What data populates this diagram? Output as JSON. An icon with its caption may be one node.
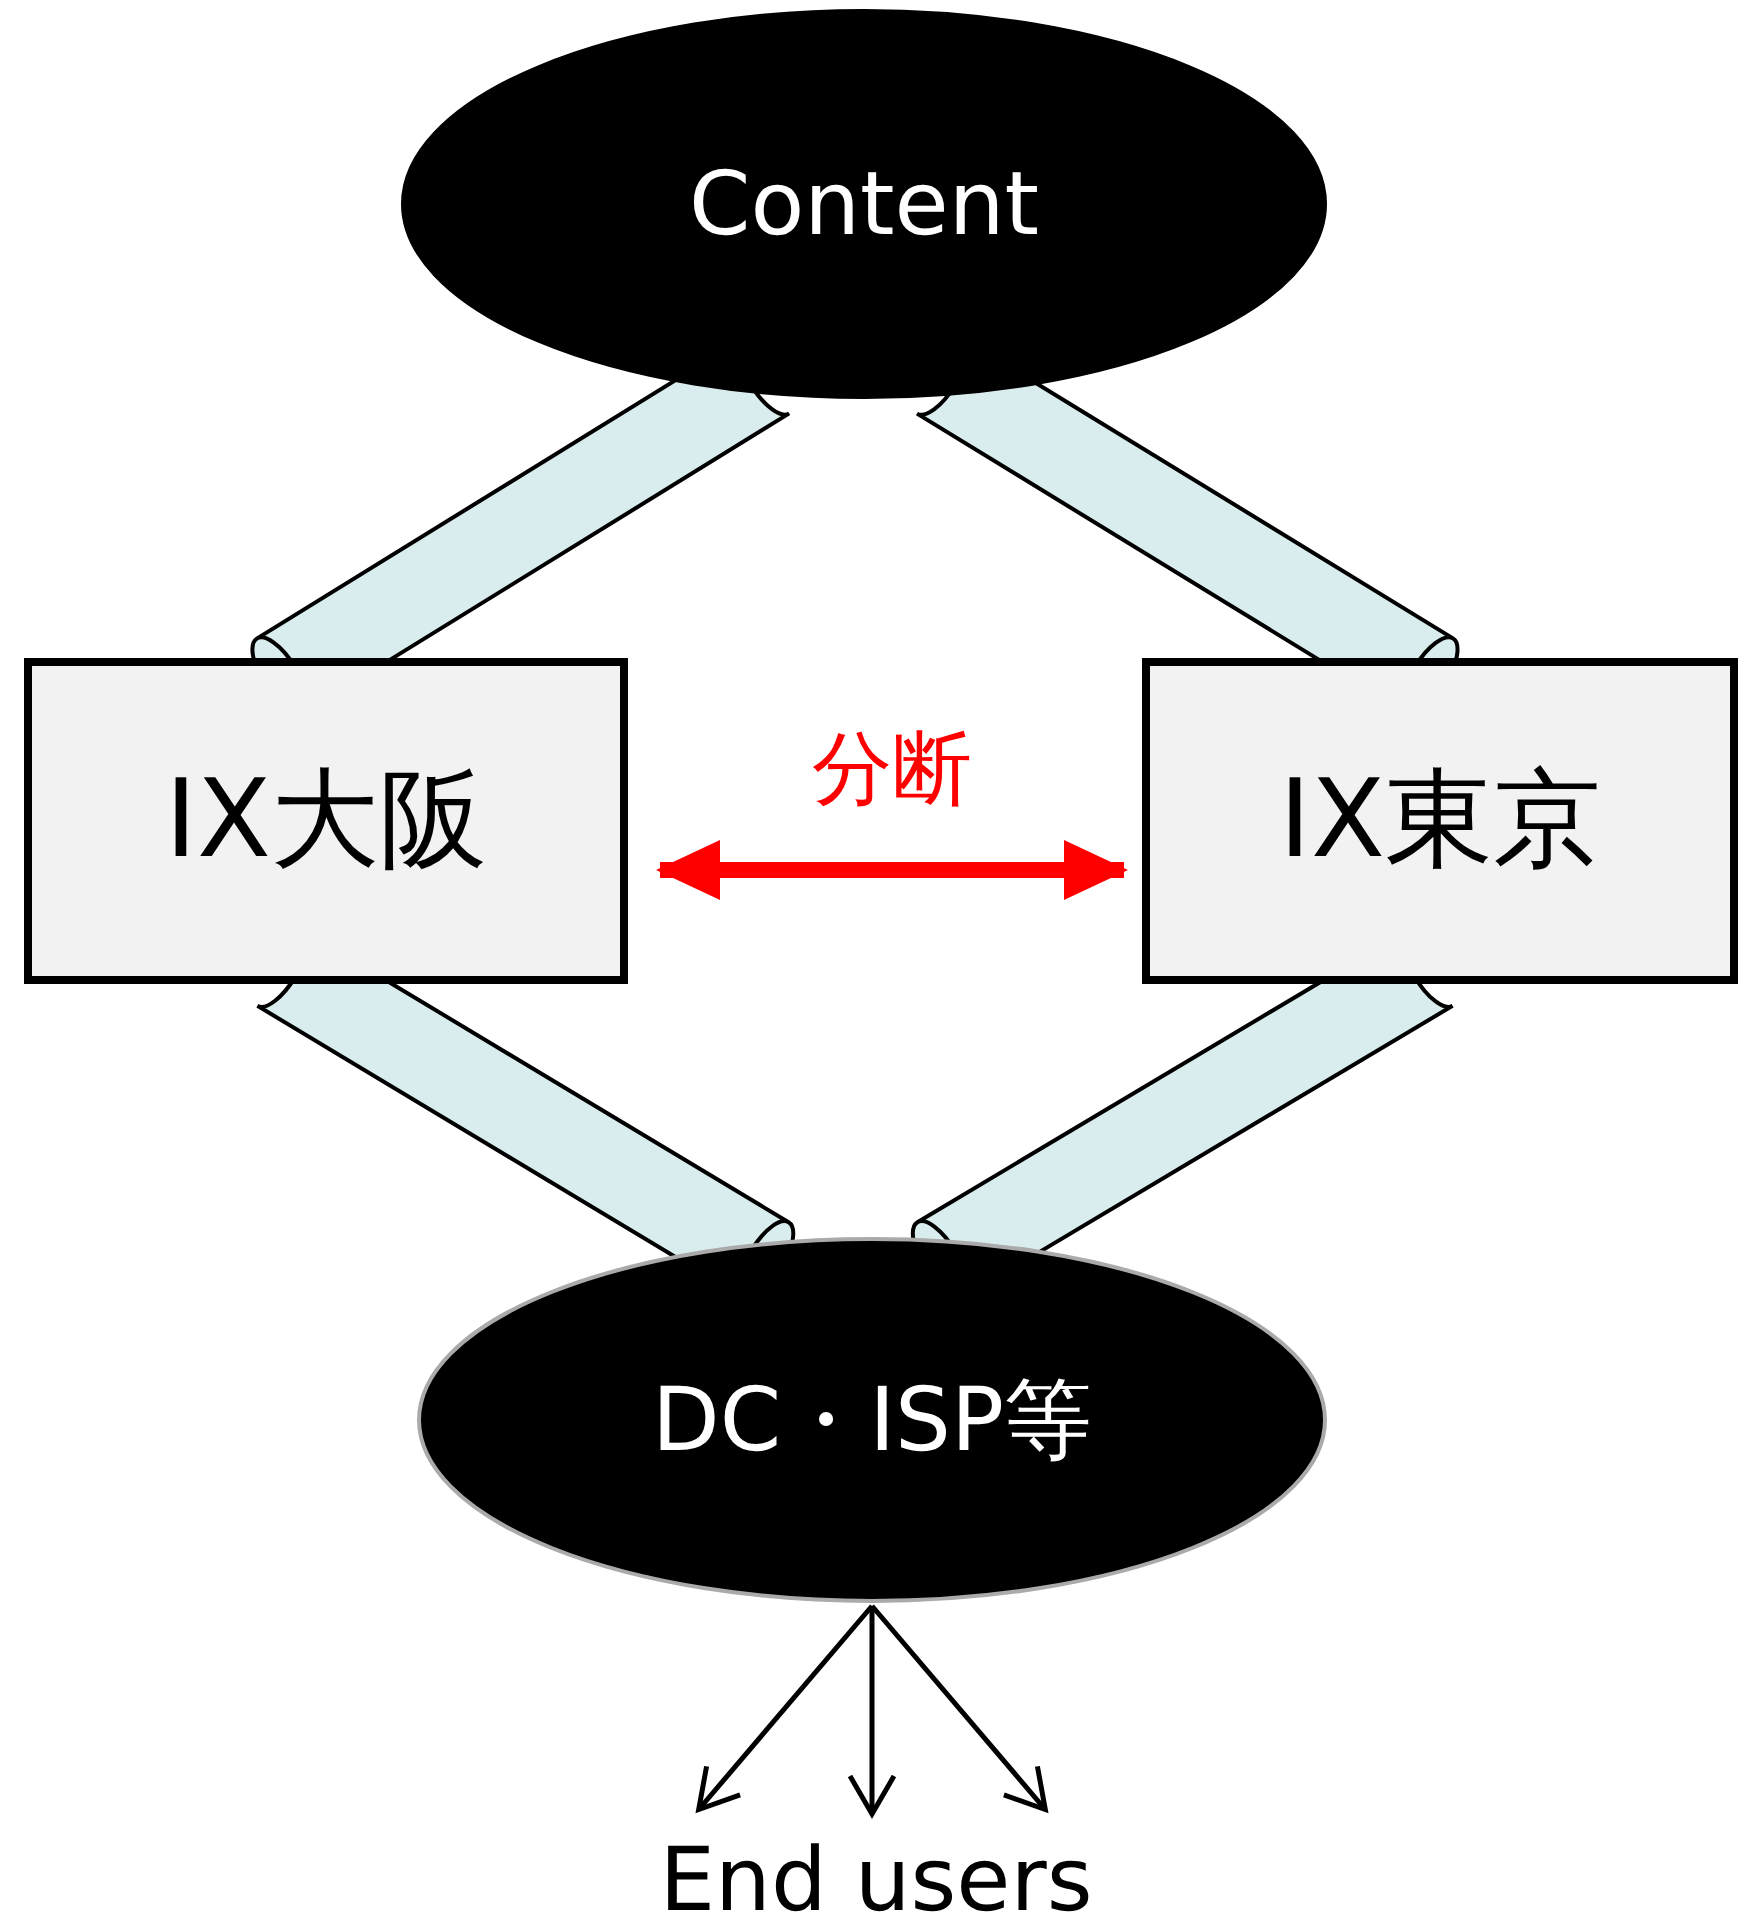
{
  "diagram": {
    "nodes": [
      {
        "text": [
          "Content"
        ]
      },
      {
        "text": [
          "IX大阪"
        ]
      },
      {
        "text": [
          "IX東京"
        ]
      },
      {
        "text": [
          "DC・ISP等"
        ]
      },
      {
        "text": [
          "End users"
        ]
      }
    ],
    "edges": [
      {
        "from": 0,
        "to": 1,
        "arrow": "none"
      },
      {
        "from": 0,
        "to": 2,
        "arrow": "none"
      },
      {
        "from": 1,
        "to": 3,
        "arrow": "none"
      },
      {
        "from": 2,
        "to": 3,
        "arrow": "none"
      },
      {
        "from": 1,
        "to": 2,
        "arrow": "both",
        "label": "分断",
        "style": "thick",
        "color": "#ff0000"
      },
      {
        "from": 3,
        "to": 4,
        "arrow": "to"
      },
      {
        "from": 3,
        "to": 4,
        "arrow": "to"
      },
      {
        "from": 3,
        "to": 4,
        "arrow": "to"
      }
    ]
  }
}
